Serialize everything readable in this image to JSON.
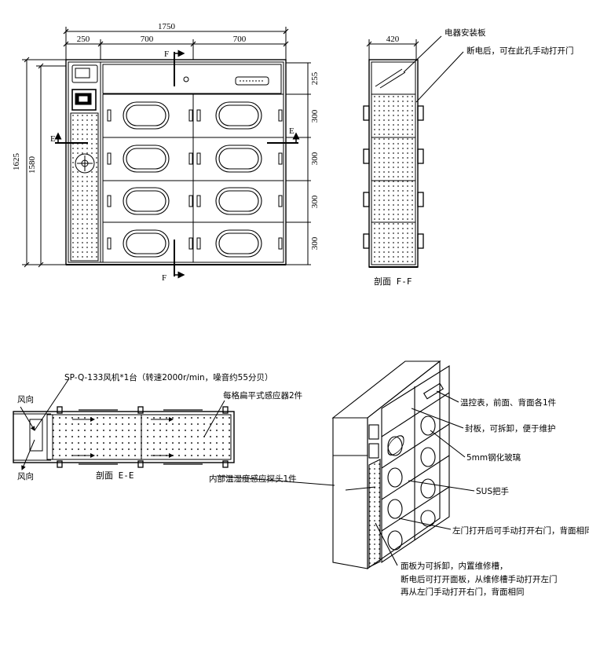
{
  "front_view": {
    "width_total": "1750",
    "width_parts": [
      "250",
      "700",
      "700"
    ],
    "height_total": "1625",
    "height_inner": "1580",
    "row_heights": [
      "255",
      "300",
      "300",
      "300",
      "300"
    ],
    "section_marks": {
      "f_top": "F",
      "f_bottom": "F",
      "e_left": "E",
      "e_right": "E"
    }
  },
  "side_section": {
    "width": "420",
    "title": "剖面 F-F",
    "callouts": [
      "电器安装板",
      "断电后，可在此孔手动打开门"
    ]
  },
  "plan_section": {
    "title": "剖面 E-E",
    "fan_note": "SP-Q-133风机*1台（转速2000r/min，噪音约55分贝）",
    "wind_top": "风向",
    "wind_bottom": "风向",
    "sensor_note": "每格扁平式感应器2件",
    "probe_note": "内部温湿度感应探头1件"
  },
  "iso_view": {
    "callouts": [
      "温控表，前面、背面各1件",
      "封板，可拆卸，便于维护",
      "5mm钢化玻璃",
      "SUS把手",
      "左门打开后可手动打开右门，背面相同"
    ],
    "panel_note": [
      "面板为可拆卸，内置维修槽，",
      "断电后可打开面板，从维修槽手动打开左门",
      "再从左门手动打开右门，背面相同"
    ]
  }
}
